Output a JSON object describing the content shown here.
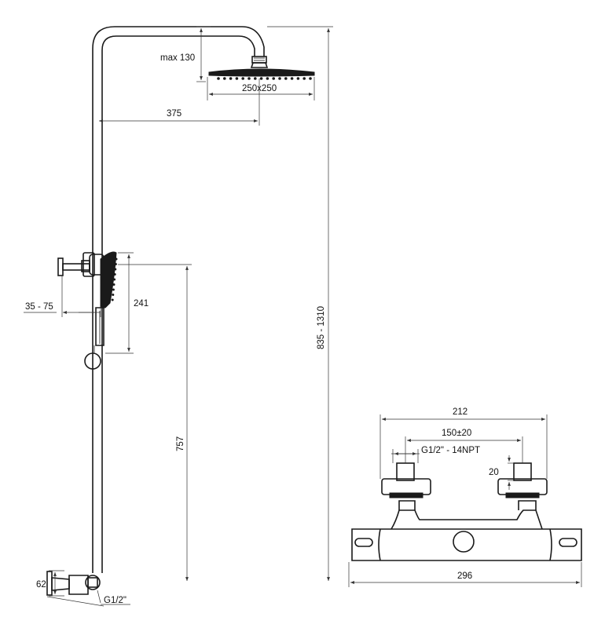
{
  "labels": {
    "arm_drop": "max 130",
    "head_size": "250x250",
    "arm_length": "375",
    "wall_distance": "35 - 75",
    "handheld_length": "241",
    "holder_height": "757",
    "total_height": "835 - 1310",
    "inlet_thread": "G1/2\"",
    "elbow_height": "62",
    "width_outer": "212",
    "center_distance": "150",
    "center_tolerance": "±20",
    "connection_thread": "G1/2\" - 14NPT",
    "eccentric_depth": "20",
    "body_length": "296"
  },
  "colors": {
    "line": "#1a1a1a",
    "dimension": "#333333"
  },
  "icons": [
    "shower-head-icon",
    "hand-shower-icon",
    "wall-bracket-icon",
    "thermostatic-mixer-icon"
  ]
}
